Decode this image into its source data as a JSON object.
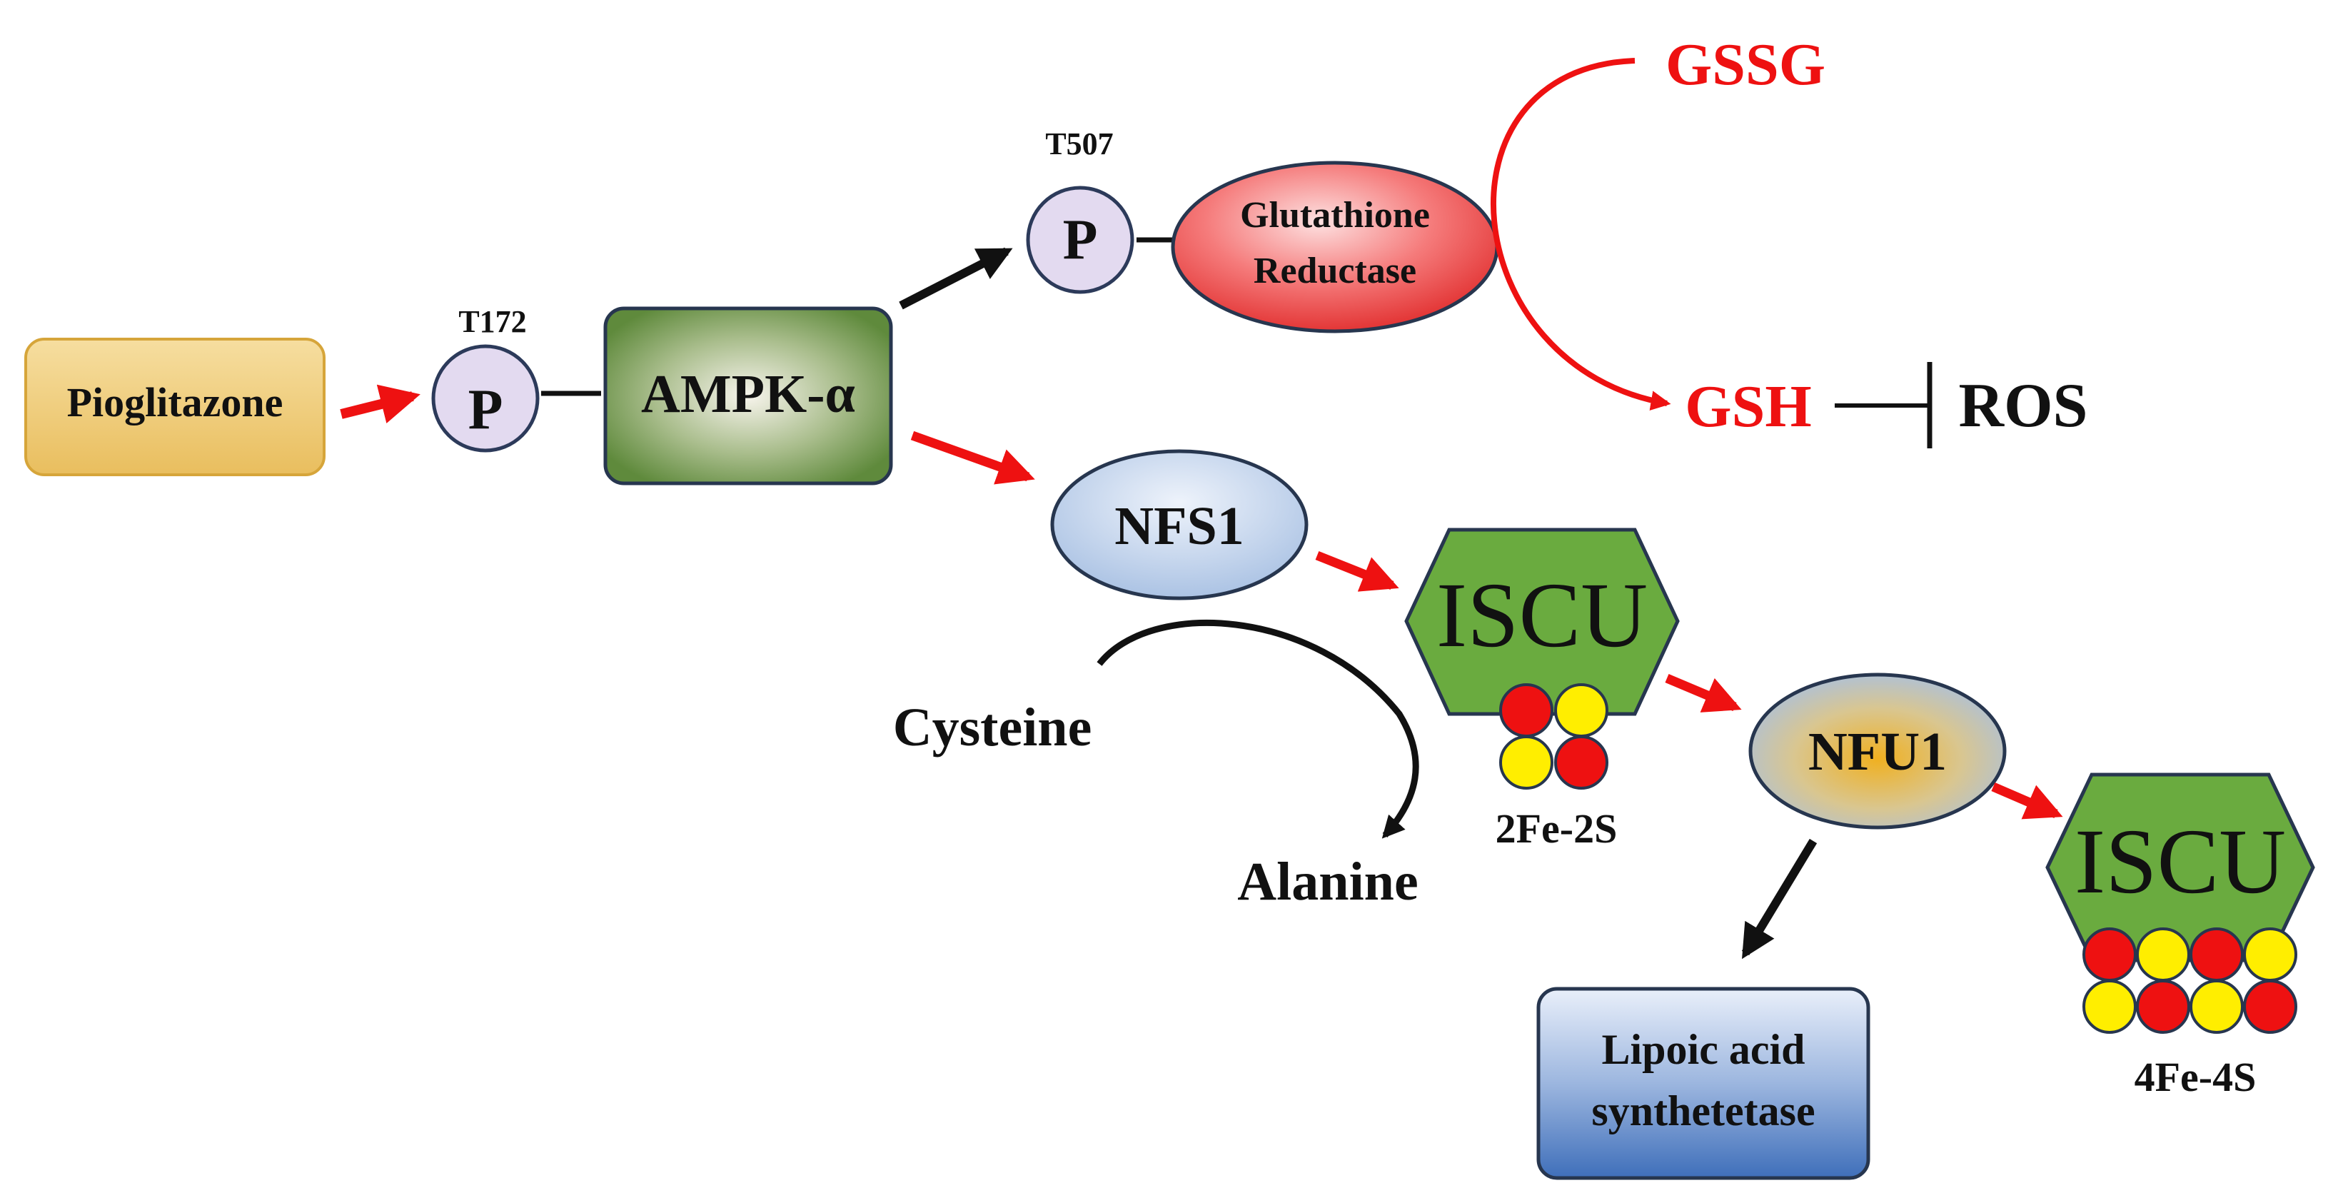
{
  "nodes": {
    "pioglitazone": "Pioglitazone",
    "p_t172_site": "T172",
    "p_t172": "P",
    "ampk": "AMPK-α",
    "p_t507_site": "T507",
    "p_t507": "P",
    "gr_line1": "Glutathione",
    "gr_line2": "Reductase",
    "gssg": "GSSG",
    "gsh": "GSH",
    "ros": "ROS",
    "nfs1": "NFS1",
    "cysteine": "Cysteine",
    "alanine": "Alanine",
    "iscu1": "ISCU",
    "cluster1": "2Fe-2S",
    "nfu1": "NFU1",
    "iscu2": "ISCU",
    "cluster2": "4Fe-4S",
    "lipoic_line1": "Lipoic acid",
    "lipoic_line2": "synthetetase"
  },
  "colors": {
    "activation_arrow": "#ee1111",
    "black_arrow": "#111111",
    "glutathione_text": "#ee1111",
    "iron": "#ee1111",
    "sulfur": "#ffee00"
  }
}
